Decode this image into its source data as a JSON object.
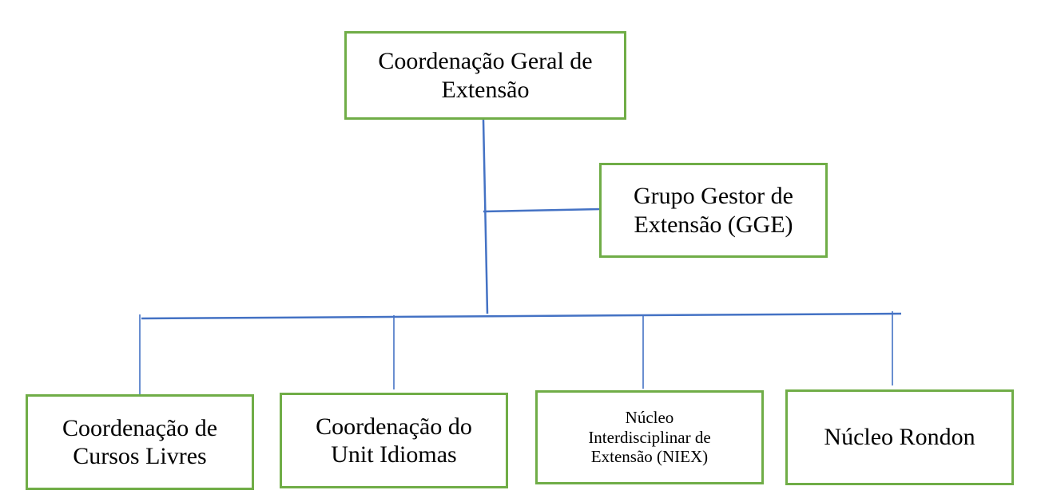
{
  "diagram": {
    "type": "org-chart",
    "colors": {
      "box_border": "#70ad47",
      "connector": "#4472c4",
      "text": "#000000"
    },
    "root": {
      "line1": "Coordenação Geral de",
      "line2": "Extensão"
    },
    "advisory": {
      "line1": "Grupo Gestor de",
      "line2": "Extensão (GGE)"
    },
    "children": [
      {
        "line1": "Coordenação de",
        "line2": "Cursos Livres"
      },
      {
        "line1": "Coordenação do",
        "line2": "Unit Idiomas"
      },
      {
        "line1": "Núcleo",
        "line2": "Interdisciplinar de",
        "line3": "Extensão (NIEX)"
      },
      {
        "line1": "Núcleo Rondon"
      }
    ]
  }
}
